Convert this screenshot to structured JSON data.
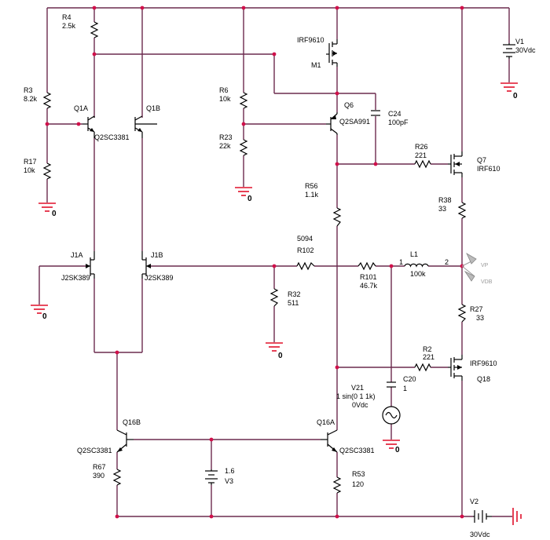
{
  "components": {
    "R4": {
      "ref": "R4",
      "value": "2.5k"
    },
    "R3": {
      "ref": "R3",
      "value": "8.2k"
    },
    "R17": {
      "ref": "R17",
      "value": "10k"
    },
    "R6": {
      "ref": "R6",
      "value": "10k"
    },
    "R23": {
      "ref": "R23",
      "value": "22k"
    },
    "R56": {
      "ref": "R56",
      "value": "1.1k"
    },
    "R26": {
      "ref": "R26",
      "value": "221"
    },
    "R38": {
      "ref": "R38",
      "value": "33"
    },
    "R102": {
      "ref": "R102",
      "value": "5094"
    },
    "R101": {
      "ref": "R101",
      "value": "46.7k"
    },
    "R32": {
      "ref": "R32",
      "value": "511"
    },
    "R27": {
      "ref": "R27",
      "value": "33"
    },
    "R2": {
      "ref": "R2",
      "value": "221"
    },
    "R67": {
      "ref": "R67",
      "value": "390"
    },
    "R53": {
      "ref": "R53",
      "value": "120"
    },
    "C24": {
      "ref": "C24",
      "value": "100pF"
    },
    "C20": {
      "ref": "C20",
      "value": "1"
    },
    "L1": {
      "ref": "L1",
      "value": "100k",
      "pin1": "1",
      "pin2": "2"
    },
    "V1": {
      "ref": "V1",
      "value": "30Vdc"
    },
    "V2": {
      "ref": "V2",
      "value": "30Vdc"
    },
    "V3": {
      "ref": "V3",
      "value": "1.6"
    },
    "V21": {
      "ref": "V21",
      "value": "1 sin(0 1 1k)",
      "dc": "0Vdc"
    },
    "M1": {
      "ref": "M1",
      "model": "IRF9610"
    },
    "Q7": {
      "ref": "Q7",
      "model": "IRF610"
    },
    "Q18": {
      "ref": "Q18",
      "model": "IRF9610"
    },
    "Q6": {
      "ref": "Q6",
      "model": "Q2SA991"
    },
    "Q1A": {
      "ref": "Q1A"
    },
    "Q1B": {
      "ref": "Q1B"
    },
    "Q1_model": "Q2SC3381",
    "J1A": {
      "ref": "J1A",
      "model": "J2SK389"
    },
    "J1B": {
      "ref": "J1B",
      "model": "J2SK389"
    },
    "Q16A": {
      "ref": "Q16A",
      "model": "Q2SC3381"
    },
    "Q16B": {
      "ref": "Q16B",
      "model": "Q2SC3381"
    }
  },
  "probes": {
    "vp": "VP",
    "vdb": "VDB"
  },
  "ground_label": "0"
}
